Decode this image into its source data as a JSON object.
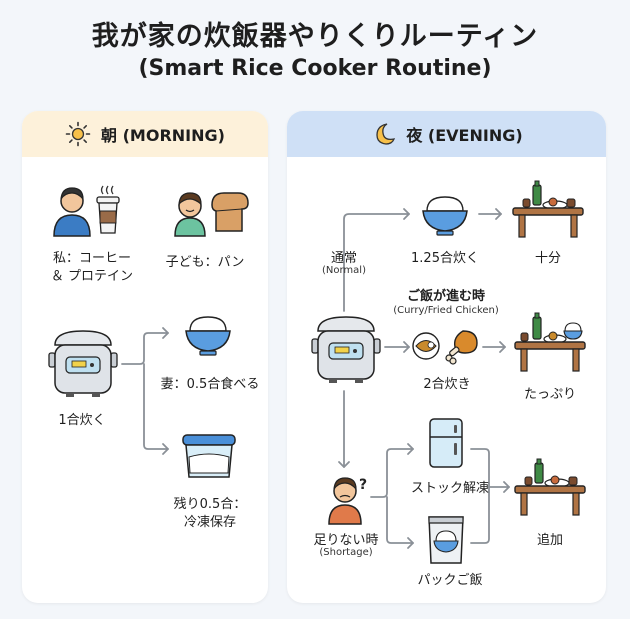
{
  "title": "我が家の炊飯器やりくりルーティン",
  "subtitle": "(Smart Rice Cooker Routine)",
  "morning": {
    "header": "朝 (MORNING)",
    "me_label": "私：コーヒー",
    "me_label2": "＆ プロテイン",
    "child_label": "子ども：パン",
    "cook_label": "1合炊く",
    "wife_label": "妻：0.5合食べる",
    "leftover_label": "残り0.5合：",
    "leftover_label2": "冷凍保存"
  },
  "evening": {
    "header": "夜 (EVENING)",
    "normal_label": "通常",
    "normal_sub": "(Normal)",
    "normal_cook": "1.25合炊く",
    "normal_result": "十分",
    "curry_label": "ご飯が進む時",
    "curry_sub": "(Curry/Fried Chicken)",
    "curry_cook": "2合炊き",
    "curry_result": "たっぷり",
    "shortage_label": "足りない時",
    "shortage_sub": "(Shortage)",
    "stock_label": "ストック解凍",
    "pack_label": "パックご飯",
    "add_label": "追加"
  },
  "colors": {
    "morning_header_bg": "#fdf1da",
    "evening_header_bg": "#cfe0f6",
    "arrow": "#8a9097"
  }
}
